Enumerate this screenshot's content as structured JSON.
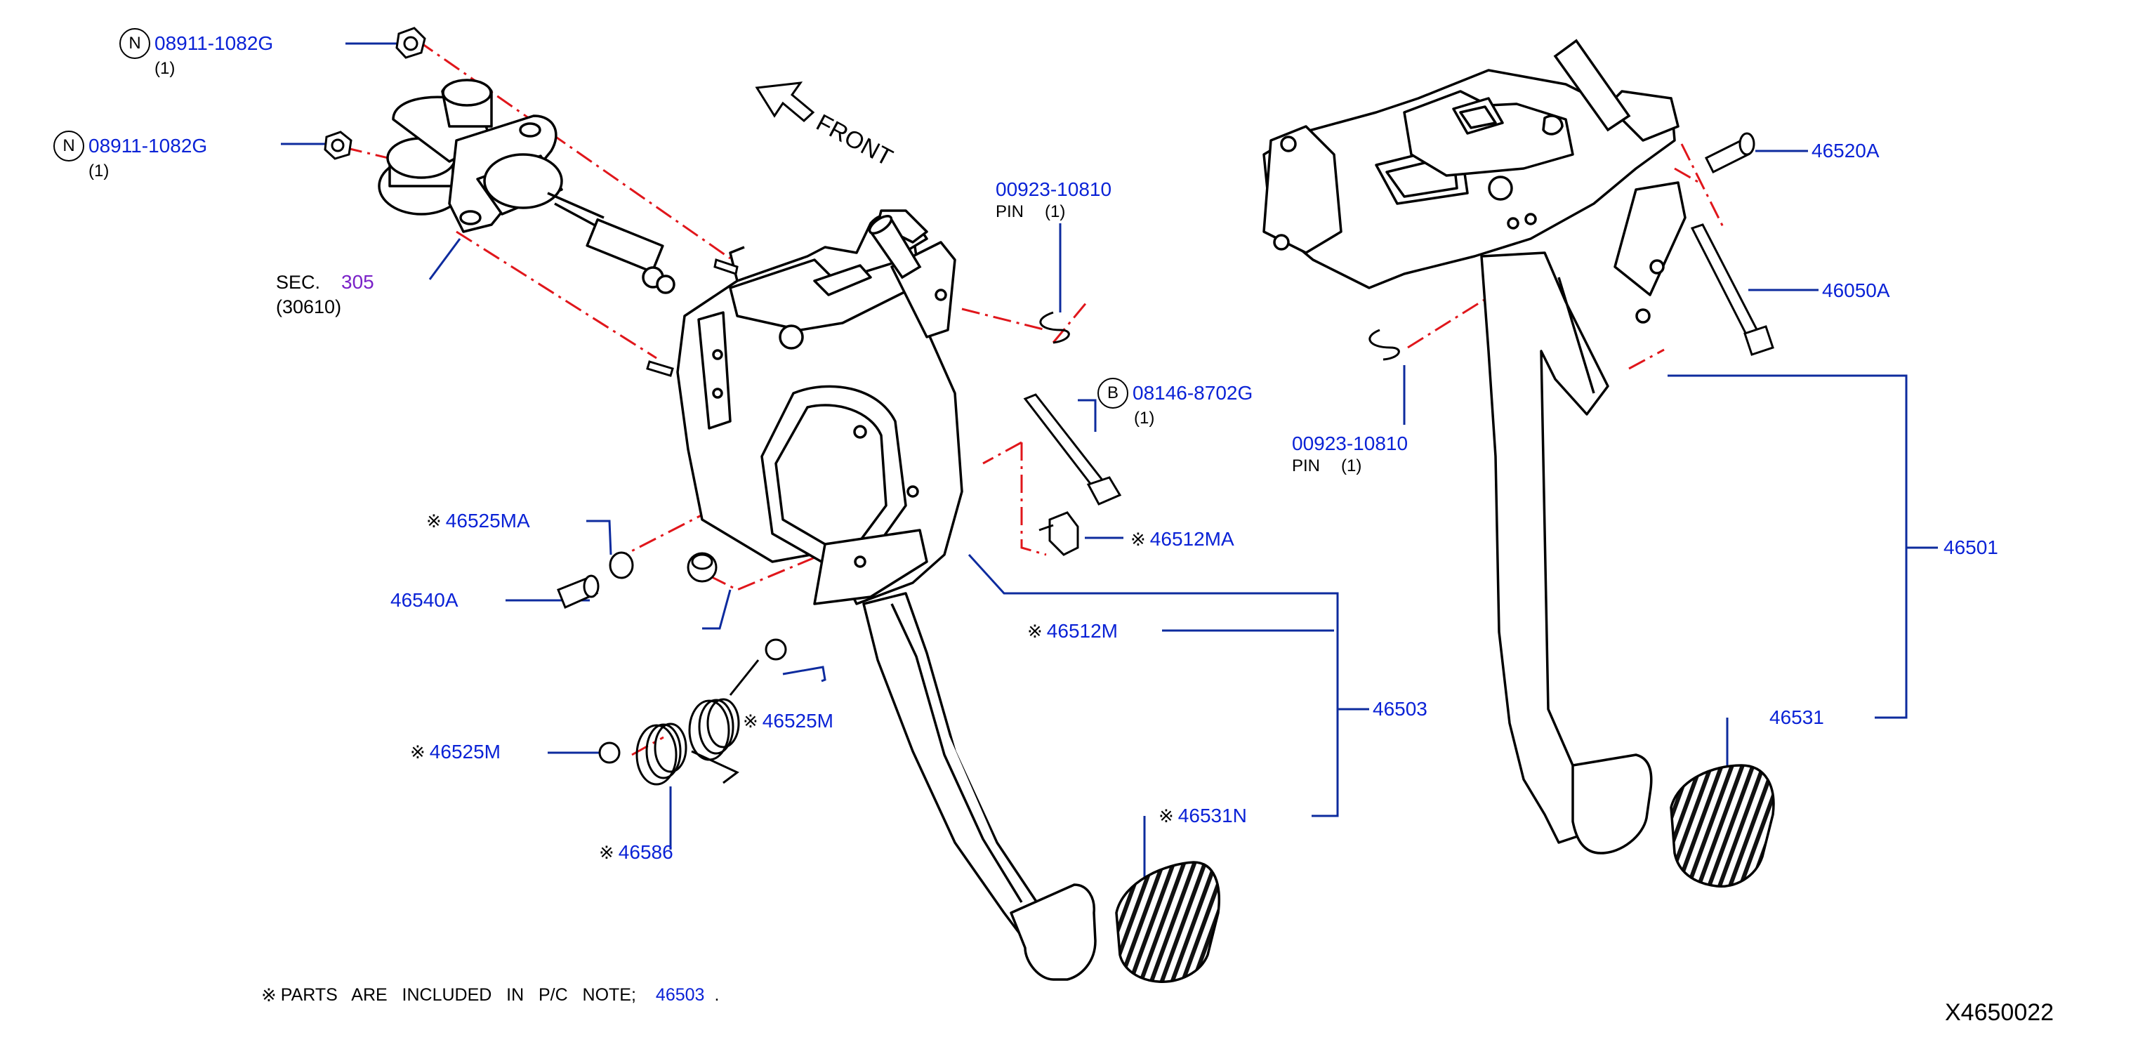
{
  "diagram_code": "X4650022",
  "front_label": "FRONT",
  "note": {
    "mark": "※",
    "text": "PARTS   ARE   INCLUDED   IN   P/C   NOTE;",
    "ref": "46503",
    "end": "."
  },
  "sec": {
    "label": "SEC.",
    "number": "305",
    "sub": "(30610)"
  },
  "callouts": {
    "nut_top": {
      "badge": "N",
      "part": "08911-1082G",
      "qty": "(1)"
    },
    "nut_mid": {
      "badge": "N",
      "part": "08911-1082G",
      "qty": "(1)"
    },
    "pin_left": {
      "part": "00923-10810",
      "kind": "PIN",
      "qty": "(1)"
    },
    "bolt_b": {
      "badge": "B",
      "part": "08146-8702G",
      "qty": "(1)"
    },
    "p46525MA": {
      "mark": "※",
      "part": "46525MA"
    },
    "p46540A": {
      "part": "46540A"
    },
    "p46512MA": {
      "mark": "※",
      "part": "46512MA"
    },
    "p46512M": {
      "mark": "※",
      "part": "46512M"
    },
    "p46525M_r": {
      "mark": "※",
      "part": "46525M"
    },
    "p46525M_l": {
      "mark": "※",
      "part": "46525M"
    },
    "p46586": {
      "mark": "※",
      "part": "46586"
    },
    "p46503": {
      "part": "46503"
    },
    "p46531N": {
      "mark": "※",
      "part": "46531N"
    },
    "p46520A": {
      "part": "46520A"
    },
    "p46050A": {
      "part": "46050A"
    },
    "pin_right": {
      "part": "00923-10810",
      "kind": "PIN",
      "qty": "(1)"
    },
    "p46501": {
      "part": "46501"
    },
    "p46531": {
      "part": "46531"
    }
  },
  "colors": {
    "leader": "#0d2b9e",
    "phantom": "#e0161b",
    "part_text": "#0a22d6",
    "sec_text": "#7a22c8"
  }
}
